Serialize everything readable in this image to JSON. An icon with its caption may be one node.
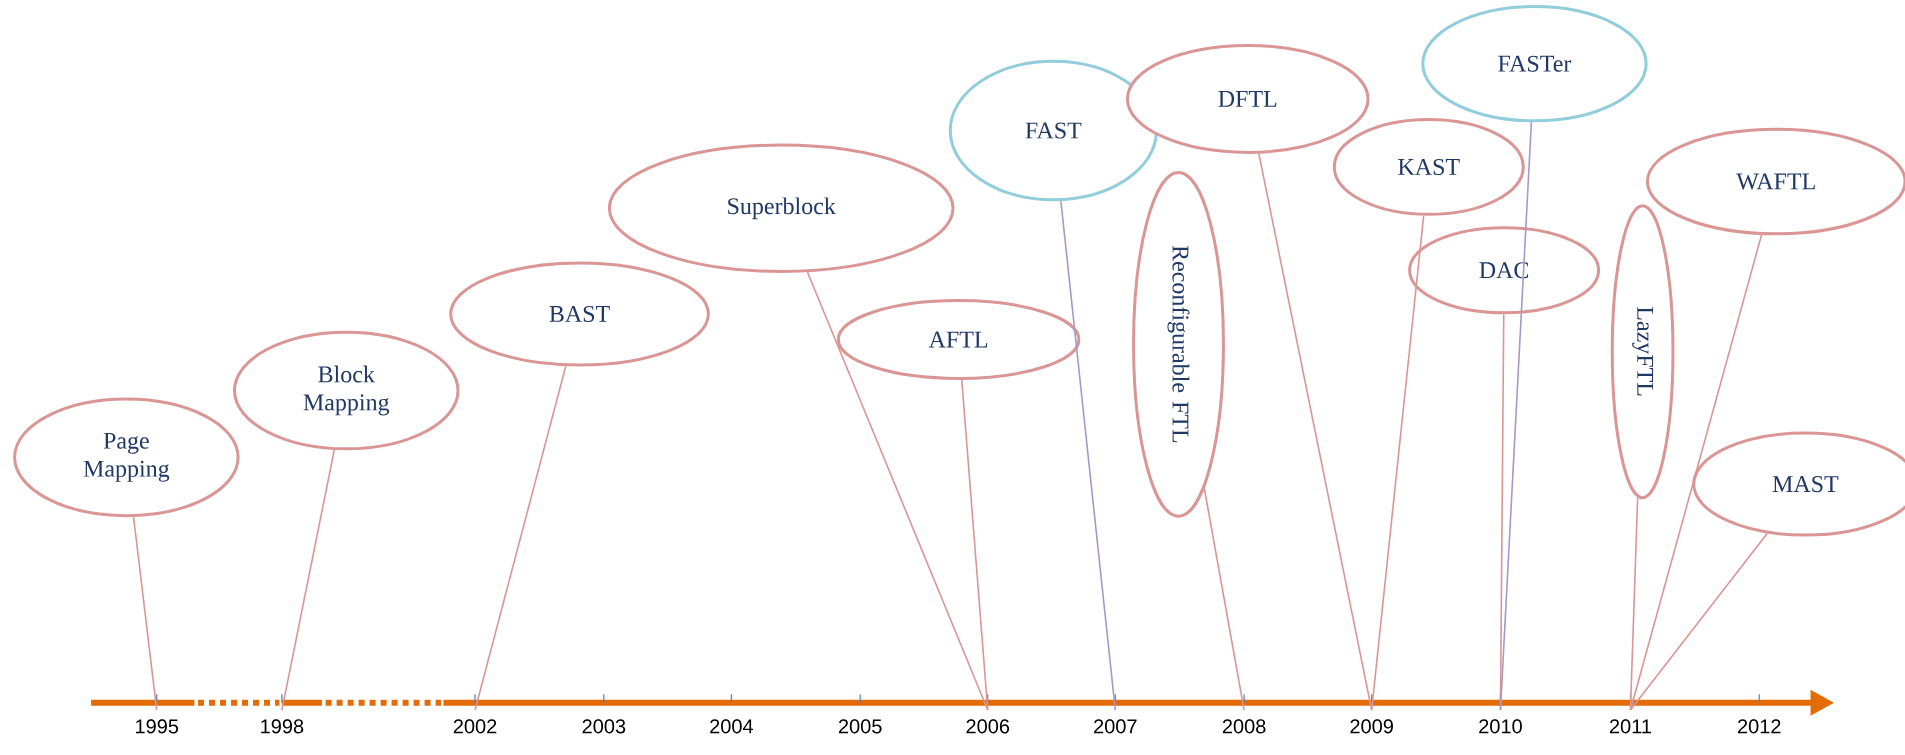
{
  "diagram": {
    "nodes": [
      {
        "text": [
          "Page Mapping"
        ]
      },
      {
        "text": [
          "Block Mapping"
        ]
      },
      {
        "text": [
          "BAST"
        ]
      },
      {
        "text": [
          "Superblock"
        ]
      },
      {
        "text": [
          "AFTL"
        ]
      },
      {
        "text": [
          "FAST"
        ]
      },
      {
        "text": [
          "Reconfigurable FTL"
        ]
      },
      {
        "text": [
          "DFTL"
        ]
      },
      {
        "text": [
          "KAST"
        ]
      },
      {
        "text": [
          "DAC"
        ]
      },
      {
        "text": [
          "FASTer"
        ]
      },
      {
        "text": [
          "LazyFTL"
        ]
      },
      {
        "text": [
          "WAFTL"
        ]
      },
      {
        "text": [
          "MAST"
        ]
      },
      {
        "text": [
          "1995"
        ]
      },
      {
        "text": [
          "1998"
        ]
      },
      {
        "text": [
          "2002"
        ]
      },
      {
        "text": [
          "2003"
        ]
      },
      {
        "text": [
          "2004"
        ]
      },
      {
        "text": [
          "2005"
        ]
      },
      {
        "text": [
          "2006"
        ]
      },
      {
        "text": [
          "2007"
        ]
      },
      {
        "text": [
          "2008"
        ]
      },
      {
        "text": [
          "2009"
        ]
      },
      {
        "text": [
          "2010"
        ]
      },
      {
        "text": [
          "2011"
        ]
      },
      {
        "text": [
          "2012"
        ]
      }
    ],
    "edges": [
      {
        "from": 0,
        "to": 14,
        "arrow": "none"
      },
      {
        "from": 1,
        "to": 15,
        "arrow": "none"
      },
      {
        "from": 2,
        "to": 16,
        "arrow": "none"
      },
      {
        "from": 3,
        "to": 20,
        "arrow": "none"
      },
      {
        "from": 4,
        "to": 20,
        "arrow": "none"
      },
      {
        "from": 5,
        "to": 21,
        "arrow": "none",
        "color": "#a898c8"
      },
      {
        "from": 6,
        "to": 22,
        "arrow": "none"
      },
      {
        "from": 7,
        "to": 23,
        "arrow": "none"
      },
      {
        "from": 8,
        "to": 23,
        "arrow": "none"
      },
      {
        "from": 9,
        "to": 24,
        "arrow": "none"
      },
      {
        "from": 10,
        "to": 24,
        "arrow": "none",
        "color": "#a898c8"
      },
      {
        "from": 11,
        "to": 25,
        "arrow": "none"
      },
      {
        "from": 12,
        "to": 25,
        "arrow": "none"
      },
      {
        "from": 13,
        "to": 25,
        "arrow": "none"
      }
    ]
  }
}
